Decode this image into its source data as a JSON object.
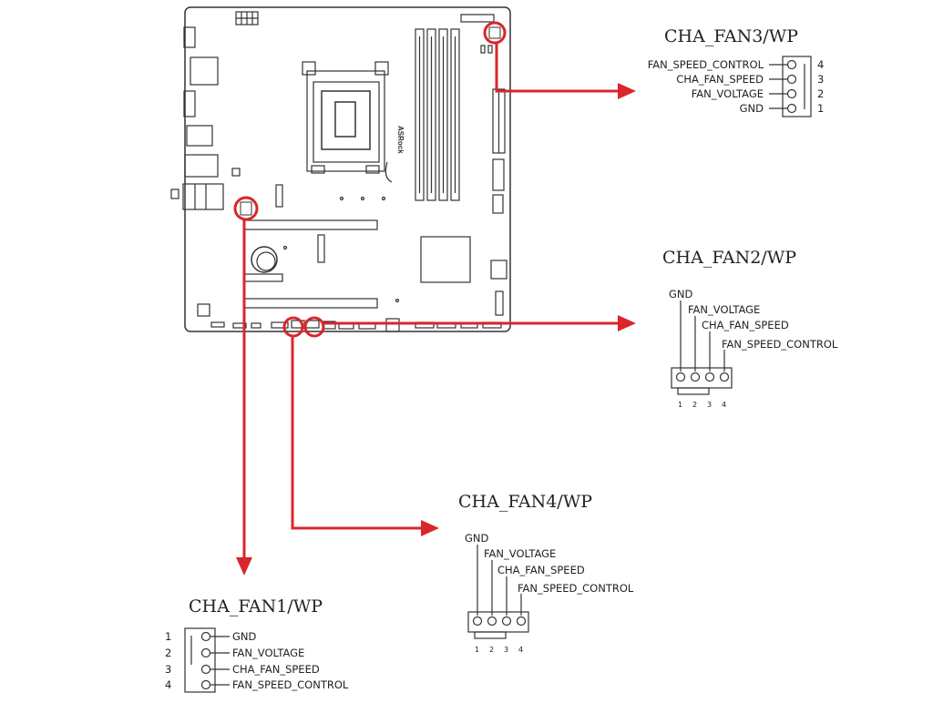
{
  "board": {
    "brand": "ASRock"
  },
  "colors": {
    "accent": "#d9262b",
    "line": "#333333"
  },
  "headers": {
    "fan3": {
      "title": "CHA_FAN3/WP",
      "pins": [
        {
          "num": "4",
          "label": "FAN_SPEED_CONTROL"
        },
        {
          "num": "3",
          "label": "CHA_FAN_SPEED"
        },
        {
          "num": "2",
          "label": "FAN_VOLTAGE"
        },
        {
          "num": "1",
          "label": "GND"
        }
      ]
    },
    "fan2": {
      "title": "CHA_FAN2/WP",
      "labels": [
        "GND",
        "FAN_VOLTAGE",
        "CHA_FAN_SPEED",
        "FAN_SPEED_CONTROL"
      ],
      "nums": [
        "1",
        "2",
        "3",
        "4"
      ]
    },
    "fan4": {
      "title": "CHA_FAN4/WP",
      "labels": [
        "GND",
        "FAN_VOLTAGE",
        "CHA_FAN_SPEED",
        "FAN_SPEED_CONTROL"
      ],
      "nums": [
        "1",
        "2",
        "3",
        "4"
      ]
    },
    "fan1": {
      "title": "CHA_FAN1/WP",
      "pins": [
        {
          "num": "1",
          "label": "GND"
        },
        {
          "num": "2",
          "label": "FAN_VOLTAGE"
        },
        {
          "num": "3",
          "label": "CHA_FAN_SPEED"
        },
        {
          "num": "4",
          "label": "FAN_SPEED_CONTROL"
        }
      ]
    }
  }
}
